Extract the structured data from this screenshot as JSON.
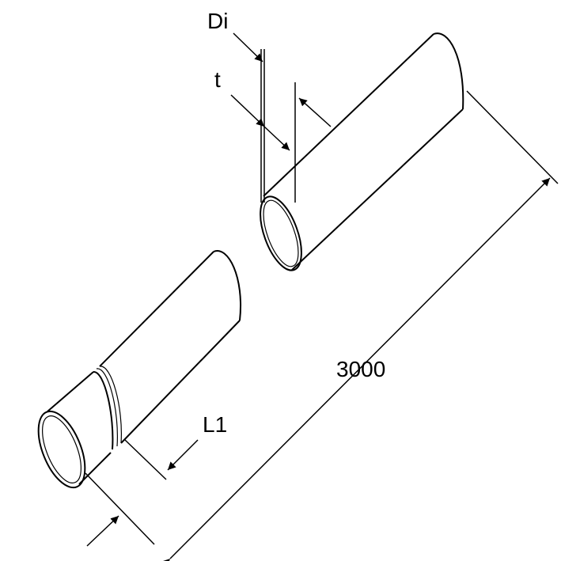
{
  "labels": {
    "di": "Di",
    "t": "t",
    "l1": "L1",
    "length": "3000"
  },
  "colors": {
    "line": "#000000",
    "background": "#ffffff"
  }
}
